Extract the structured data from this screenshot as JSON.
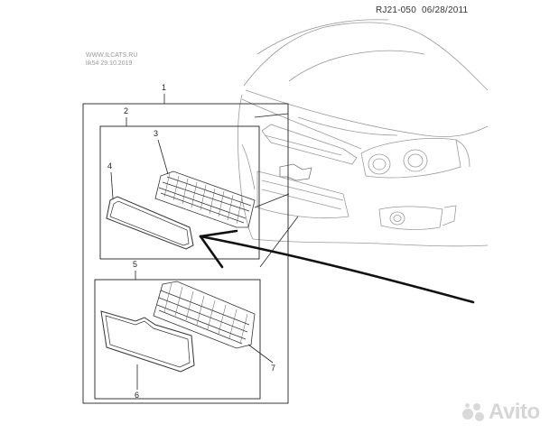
{
  "header": {
    "doc_id": "RJ21-050",
    "date": "06/28/2011"
  },
  "watermark": {
    "line1": "WWW.ILCATS.RU",
    "line2": "lik54 29.10.2019"
  },
  "callouts": [
    {
      "id": "1",
      "label": "1"
    },
    {
      "id": "2",
      "label": "2"
    },
    {
      "id": "3",
      "label": "3"
    },
    {
      "id": "4",
      "label": "4"
    },
    {
      "id": "5",
      "label": "5"
    },
    {
      "id": "6",
      "label": "6"
    },
    {
      "id": "7",
      "label": "7"
    }
  ],
  "brand": {
    "name": "Avito"
  },
  "colors": {
    "line": "#222222",
    "sketch": "#9a9a9a",
    "watermark": "#d6d6d6"
  }
}
